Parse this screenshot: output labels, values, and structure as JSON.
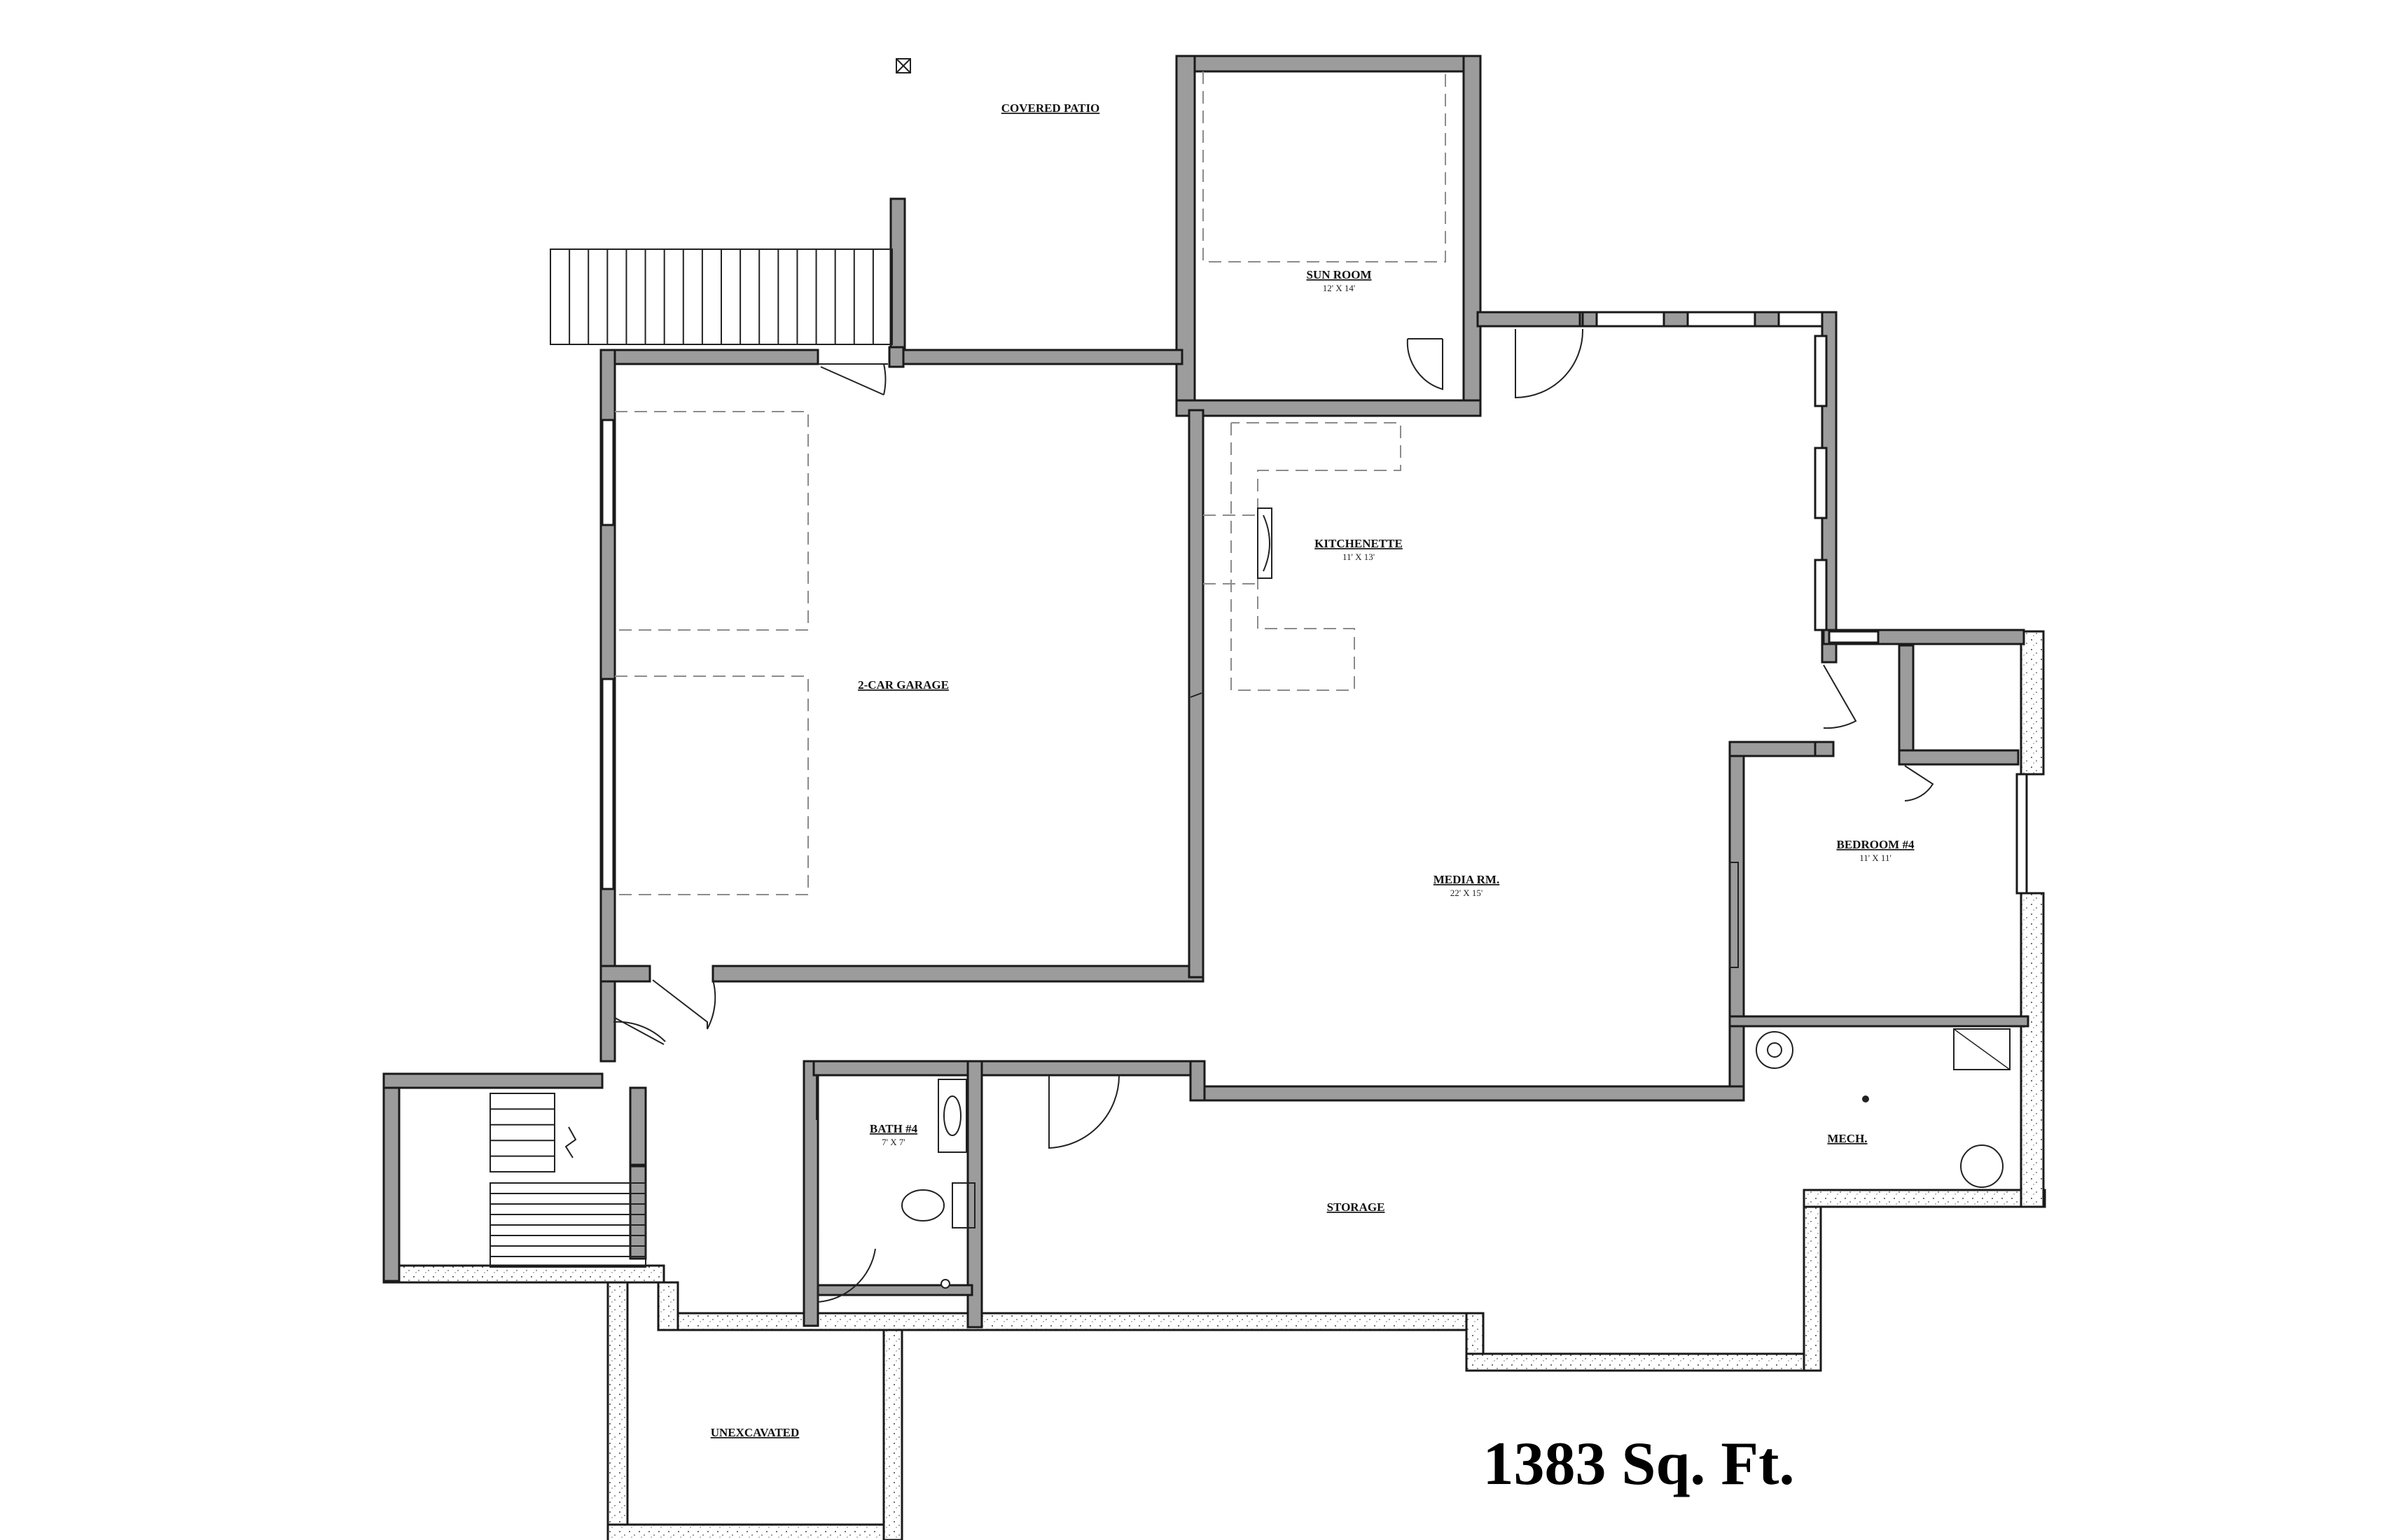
{
  "rooms": {
    "covered_patio": {
      "label": "COVERED PATIO"
    },
    "sun_room": {
      "label": "SUN ROOM",
      "dims": "12' X 14'"
    },
    "kitchenette": {
      "label": "KITCHENETTE",
      "dims": "11' X 13'"
    },
    "garage": {
      "label": "2-CAR GARAGE"
    },
    "media_room": {
      "label": "MEDIA RM.",
      "dims": "22' X 15'"
    },
    "bedroom_4": {
      "label": "BEDROOM #4",
      "dims": "11' X 11'"
    },
    "bath_4": {
      "label": "BATH #4",
      "dims": "7' X 7'"
    },
    "mech": {
      "label": "MECH."
    },
    "storage": {
      "label": "STORAGE"
    },
    "unexcavated": {
      "label": "UNEXCAVATED"
    }
  },
  "area": {
    "label": "1383 Sq. Ft."
  }
}
